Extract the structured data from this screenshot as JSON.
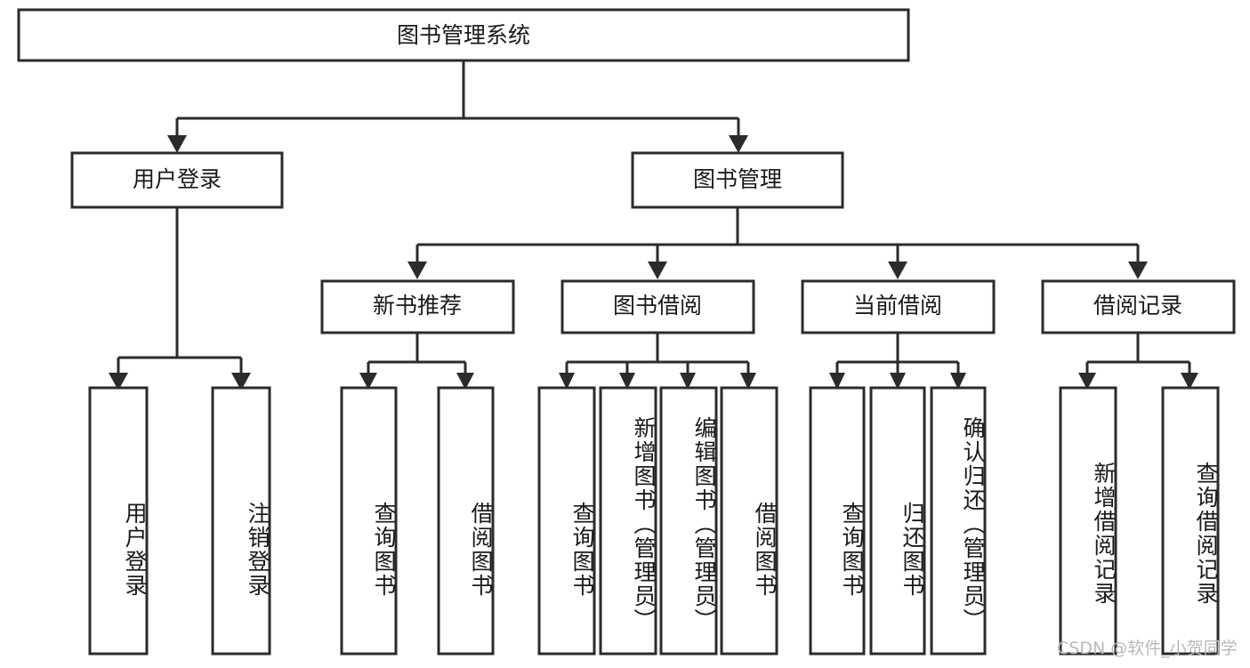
{
  "diagram": {
    "title": "图书管理系统",
    "type": "tree-hierarchy",
    "root": {
      "id": "root",
      "label": "图书管理系统",
      "orientation": "horizontal"
    },
    "level2": [
      {
        "id": "user-login",
        "label": "用户登录",
        "orientation": "horizontal"
      },
      {
        "id": "book-manage",
        "label": "图书管理",
        "orientation": "horizontal"
      }
    ],
    "level3": [
      {
        "id": "new-book-recommend",
        "label": "新书推荐",
        "parent": "book-manage",
        "orientation": "horizontal"
      },
      {
        "id": "book-borrow",
        "label": "图书借阅",
        "parent": "book-manage",
        "orientation": "horizontal"
      },
      {
        "id": "current-borrow",
        "label": "当前借阅",
        "parent": "book-manage",
        "orientation": "horizontal"
      },
      {
        "id": "borrow-record",
        "label": "借阅记录",
        "parent": "book-manage",
        "orientation": "horizontal"
      }
    ],
    "leaves": [
      {
        "id": "leaf-user-login",
        "label": "用户登录",
        "parent": "user-login",
        "orientation": "vertical"
      },
      {
        "id": "leaf-logout-login",
        "label": "注销登录",
        "parent": "user-login",
        "orientation": "vertical"
      },
      {
        "id": "leaf-query-book-1",
        "label": "查询图书",
        "parent": "new-book-recommend",
        "orientation": "vertical"
      },
      {
        "id": "leaf-borrow-book-1",
        "label": "借阅图书",
        "parent": "new-book-recommend",
        "orientation": "vertical"
      },
      {
        "id": "leaf-query-book-2",
        "label": "查询图书",
        "parent": "book-borrow",
        "orientation": "vertical"
      },
      {
        "id": "leaf-add-book",
        "label": "新增图书（管理员）",
        "parent": "book-borrow",
        "orientation": "vertical"
      },
      {
        "id": "leaf-edit-book",
        "label": "编辑图书（管理员）",
        "parent": "book-borrow",
        "orientation": "vertical"
      },
      {
        "id": "leaf-borrow-book-2",
        "label": "借阅图书",
        "parent": "book-borrow",
        "orientation": "vertical"
      },
      {
        "id": "leaf-query-book-3",
        "label": "查询图书",
        "parent": "current-borrow",
        "orientation": "vertical"
      },
      {
        "id": "leaf-return-book",
        "label": "归还图书",
        "parent": "current-borrow",
        "orientation": "vertical"
      },
      {
        "id": "leaf-confirm-return",
        "label": "确认归还（管理员）",
        "parent": "current-borrow",
        "orientation": "vertical"
      },
      {
        "id": "leaf-add-record",
        "label": "新增借阅记录",
        "parent": "borrow-record",
        "orientation": "vertical"
      },
      {
        "id": "leaf-query-record",
        "label": "查询借阅记录",
        "parent": "borrow-record",
        "orientation": "vertical"
      }
    ],
    "colors": {
      "box_stroke": "#2b2b2b",
      "box_fill": "#ffffff",
      "text": "#1a1a1a",
      "background": "#ffffff",
      "watermark": "#b9b9b9"
    }
  },
  "watermark": {
    "text": "CSDN @软件_小贺同学"
  }
}
